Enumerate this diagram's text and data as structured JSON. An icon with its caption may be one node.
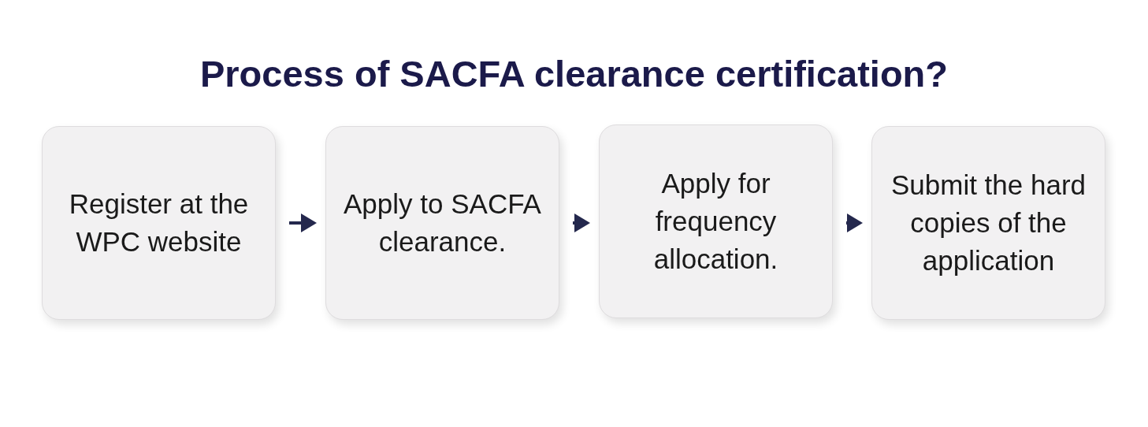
{
  "diagram": {
    "title": "Process of SACFA clearance certification?",
    "nodes": [
      {
        "text": [
          "Register at the WPC website"
        ]
      },
      {
        "text": [
          "Apply to SACFA clearance."
        ]
      },
      {
        "text": [
          "Apply for frequency allocation."
        ]
      },
      {
        "text": [
          "Submit the hard copies of the application"
        ]
      }
    ],
    "edges": [
      {
        "from": 0,
        "to": 1,
        "arrow": "to"
      },
      {
        "from": 1,
        "to": 2,
        "arrow": "to"
      },
      {
        "from": 2,
        "to": 3,
        "arrow": "to"
      }
    ]
  }
}
